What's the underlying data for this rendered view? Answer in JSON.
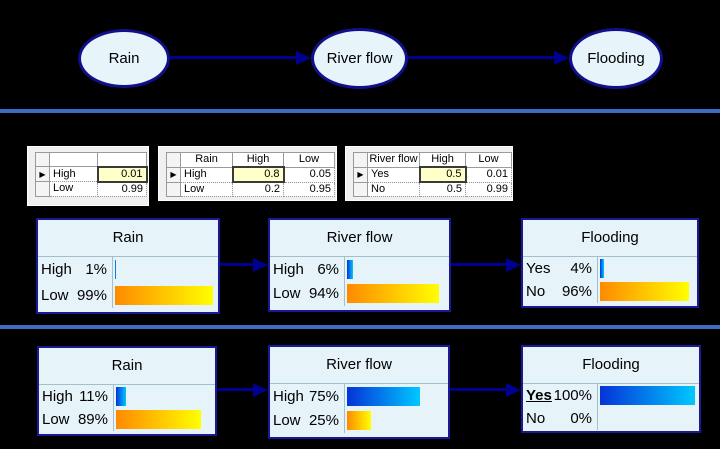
{
  "colors": {
    "background": "#000000",
    "node_fill": "#e6f3f9",
    "node_border": "#191998",
    "arrow": "#00008f",
    "divider": "#3d6cc3",
    "bar_blue_start": "#0533d8",
    "bar_blue_end": "#00c8ff",
    "bar_orange_start": "#ff8a00",
    "bar_orange_end": "#ffff00",
    "highlight_cell": "#ffffc8"
  },
  "graph": {
    "nodes": [
      {
        "label": "Rain"
      },
      {
        "label": "River flow"
      },
      {
        "label": "Flooding"
      }
    ]
  },
  "cpt_marker": "▶",
  "cpt_tables": [
    {
      "title": "rain-prior",
      "headers": [
        "",
        ""
      ],
      "rows": [
        {
          "name": "High",
          "values": [
            "0.01"
          ]
        },
        {
          "name": "Low",
          "values": [
            "0.99"
          ]
        }
      ]
    },
    {
      "title": "river-flow-cpt",
      "headers": [
        "Rain",
        "High",
        "Low"
      ],
      "rows": [
        {
          "name": "High",
          "values": [
            "0.8",
            "0.05"
          ]
        },
        {
          "name": "Low",
          "values": [
            "0.2",
            "0.95"
          ]
        }
      ]
    },
    {
      "title": "flooding-cpt",
      "headers": [
        "River flow",
        "High",
        "Low"
      ],
      "rows": [
        {
          "name": "Yes",
          "values": [
            "0.5",
            "0.01"
          ]
        },
        {
          "name": "No",
          "values": [
            "0.5",
            "0.99"
          ]
        }
      ]
    }
  ],
  "belief_bands": [
    {
      "nodes": [
        {
          "title": "Rain",
          "rows": [
            {
              "state": "High",
              "pct": "1%"
            },
            {
              "state": "Low",
              "pct": "99%"
            }
          ]
        },
        {
          "title": "River flow",
          "rows": [
            {
              "state": "High",
              "pct": "6%"
            },
            {
              "state": "Low",
              "pct": "94%"
            }
          ]
        },
        {
          "title": "Flooding",
          "rows": [
            {
              "state": "Yes",
              "pct": "4%"
            },
            {
              "state": "No",
              "pct": "96%"
            }
          ]
        }
      ]
    },
    {
      "nodes": [
        {
          "title": "Rain",
          "rows": [
            {
              "state": "High",
              "pct": "11%"
            },
            {
              "state": "Low",
              "pct": "89%"
            }
          ]
        },
        {
          "title": "River flow",
          "rows": [
            {
              "state": "High",
              "pct": "75%"
            },
            {
              "state": "Low",
              "pct": "25%"
            }
          ]
        },
        {
          "title": "Flooding",
          "rows": [
            {
              "state": "Yes",
              "pct": "100%",
              "evidence": true
            },
            {
              "state": "No",
              "pct": "0%"
            }
          ]
        }
      ]
    }
  ]
}
